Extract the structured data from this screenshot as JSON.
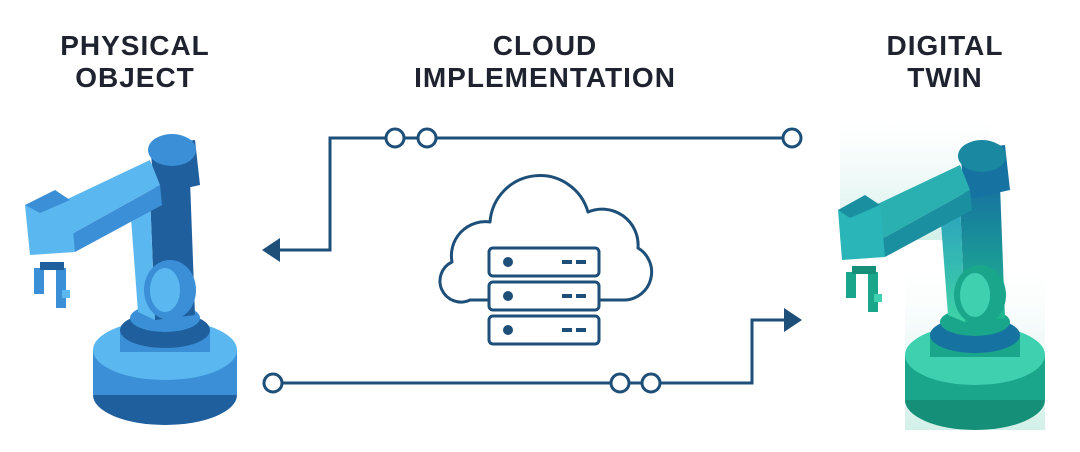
{
  "labels": {
    "physical": {
      "line1": "PHYSICAL",
      "line2": "OBJECT"
    },
    "cloud": {
      "line1": "CLOUD",
      "line2": "IMPLEMENTATION"
    },
    "digital": {
      "line1": "DIGITAL",
      "line2": "TWIN"
    }
  },
  "colors": {
    "text": "#1f2330",
    "line": "#1d4f79",
    "physical_light": "#5bb7f0",
    "physical_mid": "#3b8fd6",
    "physical_dark": "#1f5f9e",
    "twin_light": "#3fd0b0",
    "twin_mid": "#1aa68a",
    "twin_dark": "#1672a0"
  },
  "icons": {
    "physical": "robot-arm-icon",
    "cloud": "cloud-server-icon",
    "twin": "digital-twin-robot-arm-icon"
  }
}
